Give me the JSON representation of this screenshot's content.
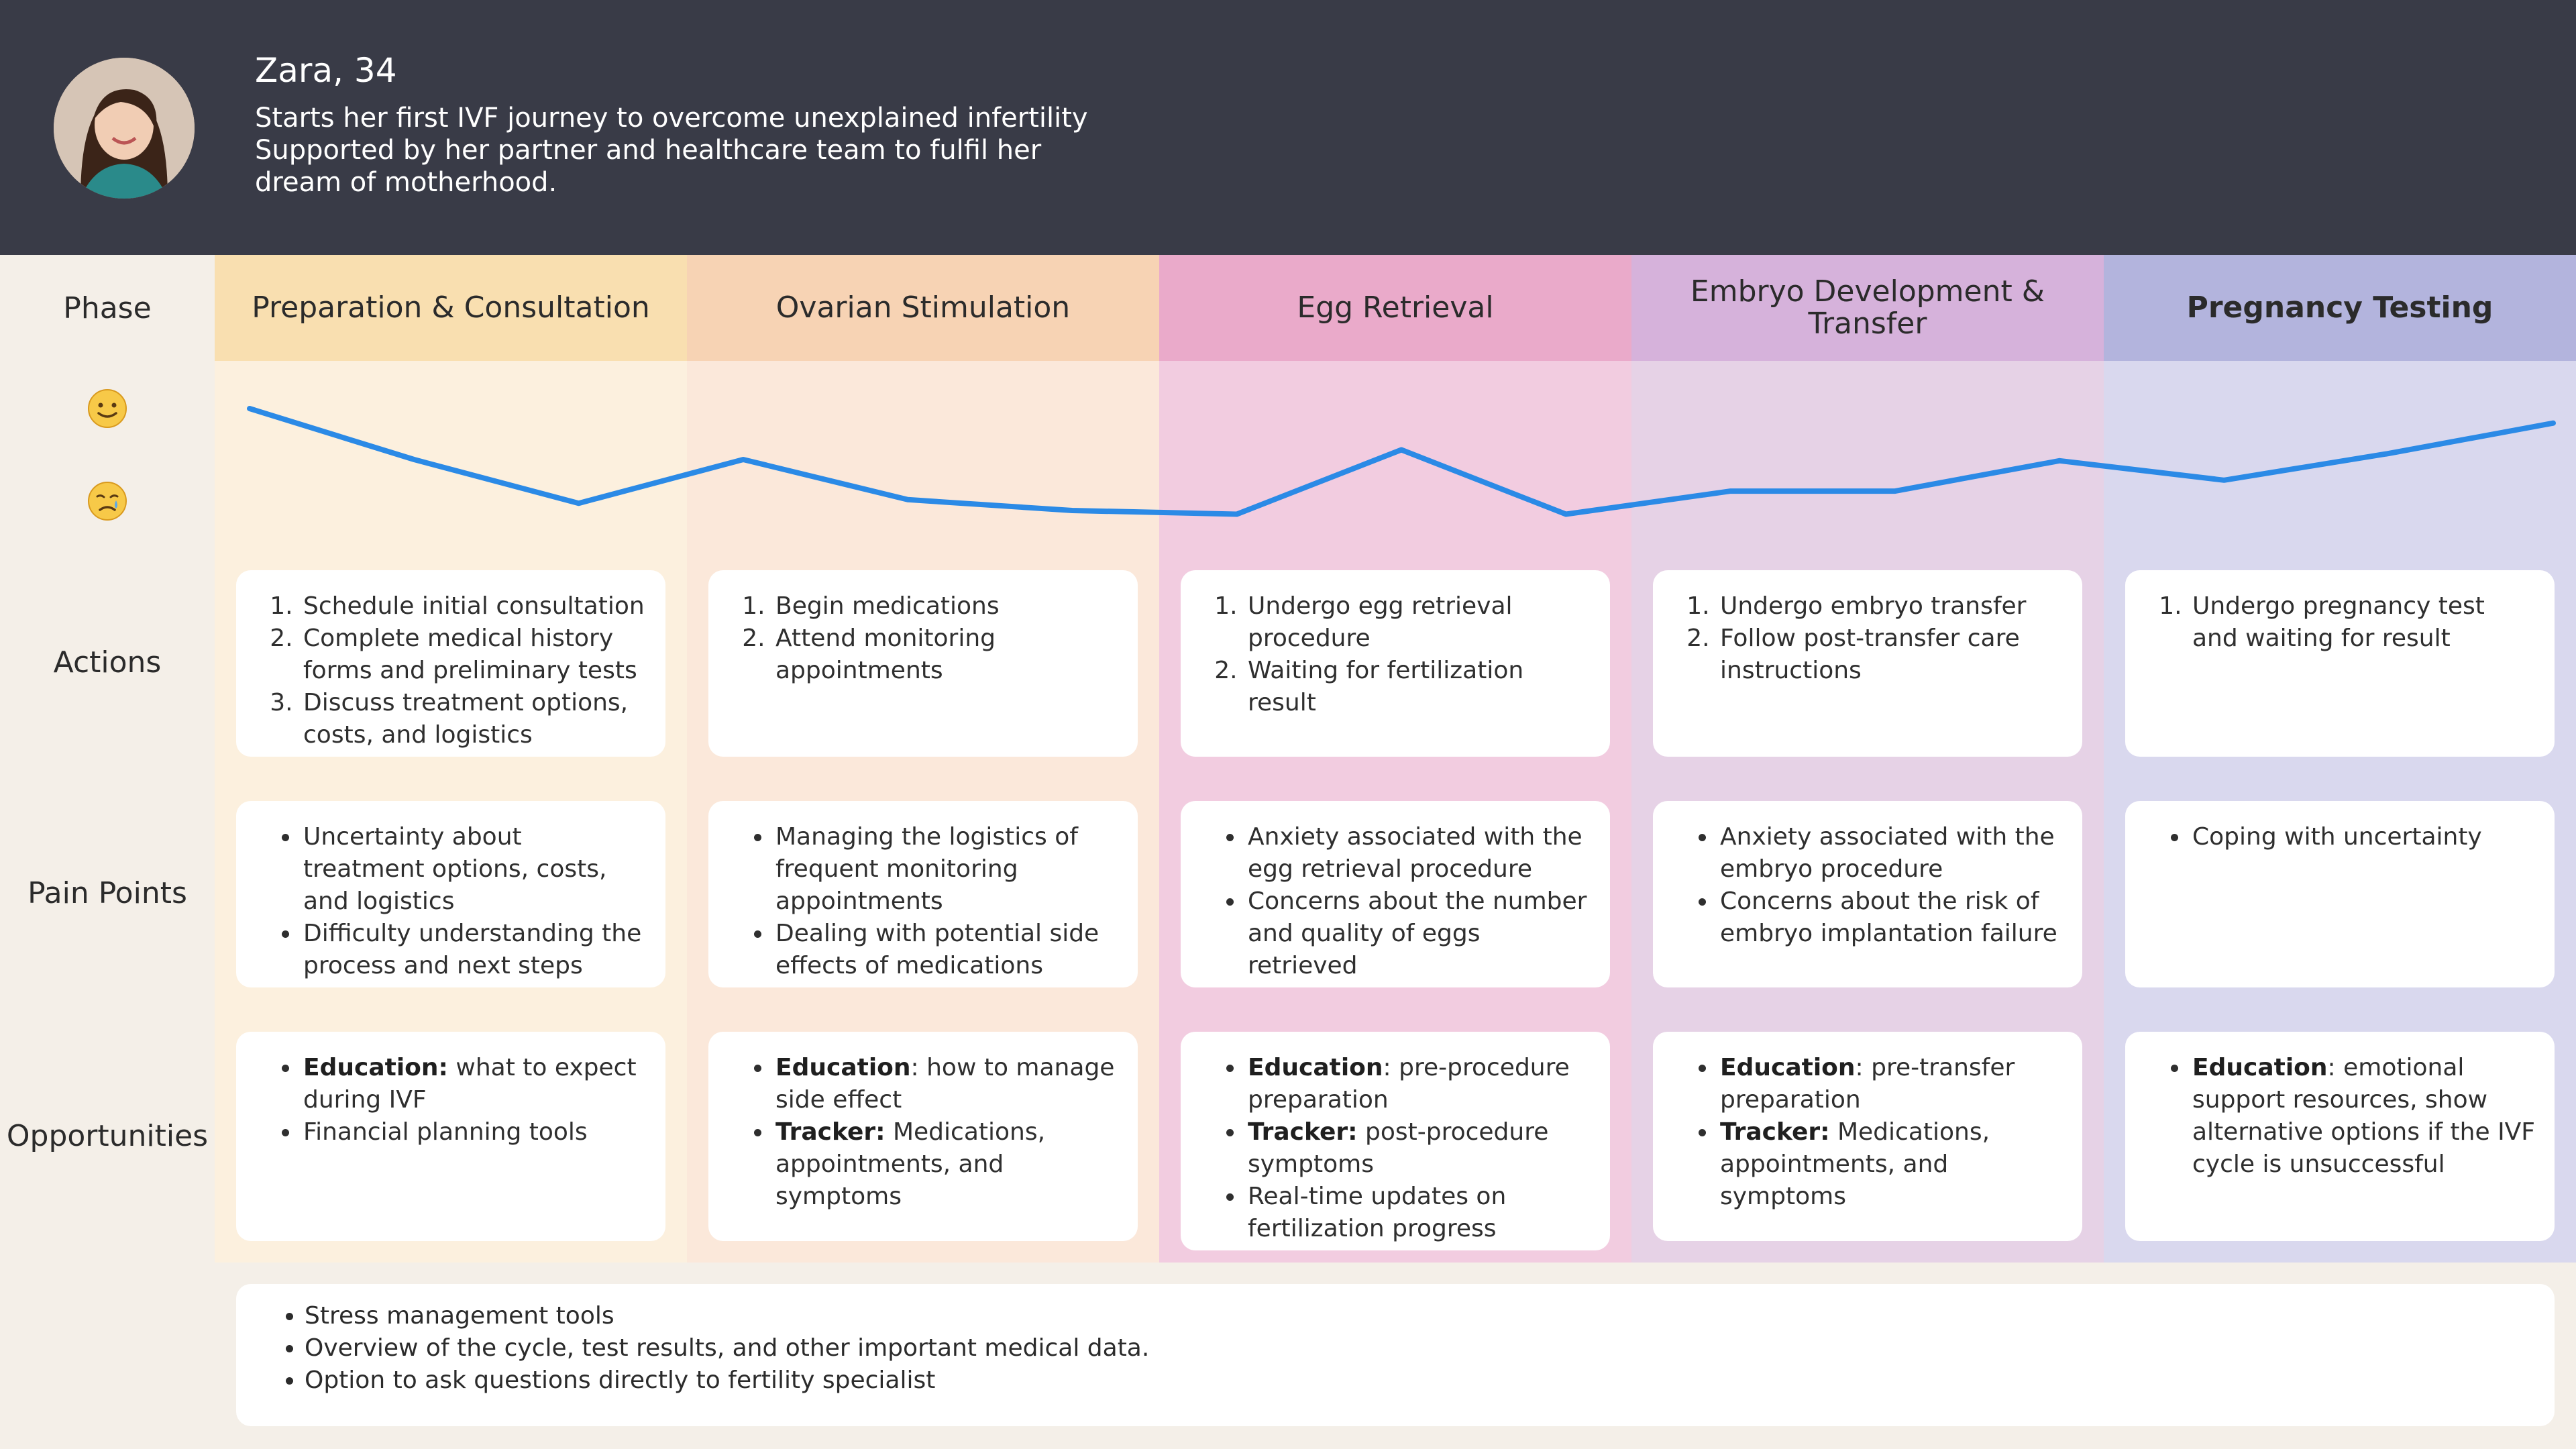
{
  "persona": {
    "name": "Zara, 34",
    "description": [
      "Starts her first IVF journey to overcome unexplained infertility",
      "Supported by her partner and healthcare team to fulfil her",
      "dream of motherhood."
    ]
  },
  "row_labels": {
    "phase": "Phase",
    "actions": "Actions",
    "pain_points": "Pain Points",
    "opportunities": "Opportunities"
  },
  "emotion_scale": {
    "happy_icon": "smiling-face-icon",
    "sad_icon": "crying-face-icon"
  },
  "emotion_curve": {
    "note": "relative emotion level per point along the journey (1 = happy, 0 = sad)",
    "levels": [
      1.0,
      0.58,
      0.22,
      0.58,
      0.25,
      0.16,
      0.13,
      0.66,
      0.13,
      0.32,
      0.32,
      0.57,
      0.41,
      0.63,
      0.88
    ]
  },
  "colors": {
    "header_bg": "#393b47",
    "page_bg": "#f4efe8",
    "emotion_line": "#2b8ae6"
  },
  "phases": [
    {
      "title": "Preparation & Consultation",
      "header_color": "#f9dfb0",
      "body_color": "#fcf0de",
      "actions": [
        "Schedule initial consultation",
        "Complete medical history forms and preliminary tests",
        "Discuss treatment options, costs, and logistics"
      ],
      "pain_points": [
        "Uncertainty about treatment options, costs, and logistics",
        "Difficulty understanding the process and next steps"
      ],
      "opportunities": [
        {
          "bold": "Education:",
          "text": " what to expect during IVF"
        },
        {
          "bold": "",
          "text": "Financial planning tools"
        }
      ]
    },
    {
      "title": "Ovarian Stimulation",
      "header_color": "#f7d3b4",
      "body_color": "#fbe8da",
      "actions": [
        "Begin medications",
        "Attend monitoring appointments"
      ],
      "pain_points": [
        "Managing the logistics of frequent monitoring appointments",
        "Dealing with potential side effects of medications"
      ],
      "opportunities": [
        {
          "bold": "Education",
          "text": ": how to manage side effect"
        },
        {
          "bold": "Tracker:",
          "text": " Medications, appointments, and symptoms"
        }
      ]
    },
    {
      "title": "Egg Retrieval",
      "header_color": "#eaaaca",
      "body_color": "#f2cce0",
      "actions": [
        "Undergo egg retrieval procedure",
        "Waiting for fertilization result"
      ],
      "pain_points": [
        "Anxiety associated with the egg retrieval procedure",
        "Concerns about the number and quality of eggs retrieved"
      ],
      "opportunities": [
        {
          "bold": "Education",
          "text": ": pre-procedure preparation"
        },
        {
          "bold": "Tracker:",
          "text": " post-procedure symptoms"
        },
        {
          "bold": "",
          "text": "Real-time updates on fertilization progress"
        }
      ]
    },
    {
      "title": "Embryo Development & Transfer",
      "header_color": "#d6b2db",
      "body_color": "#e6d2e6",
      "actions": [
        "Undergo embryo transfer",
        "Follow post-transfer care instructions"
      ],
      "pain_points": [
        "Anxiety associated with the embryo procedure",
        "Concerns about the risk of embryo implantation failure"
      ],
      "opportunities": [
        {
          "bold": "Education",
          "text": ": pre-transfer preparation"
        },
        {
          "bold": "Tracker:",
          "text": " Medications, appointments, and symptoms"
        }
      ]
    },
    {
      "title": "Pregnancy Testing",
      "header_color": "#b3b4dd",
      "body_color": "#d9d8ee",
      "actions": [
        "Undergo pregnancy test and waiting for result"
      ],
      "pain_points": [
        "Coping with uncertainty"
      ],
      "opportunities": [
        {
          "bold": "Education",
          "text": ": emotional support resources, show alternative options if the IVF cycle is unsuccessful"
        }
      ]
    }
  ],
  "overall_opportunities": [
    "Stress management tools",
    "Overview of the cycle, test results, and other important medical data.",
    "Option to ask questions directly to fertility specialist"
  ]
}
